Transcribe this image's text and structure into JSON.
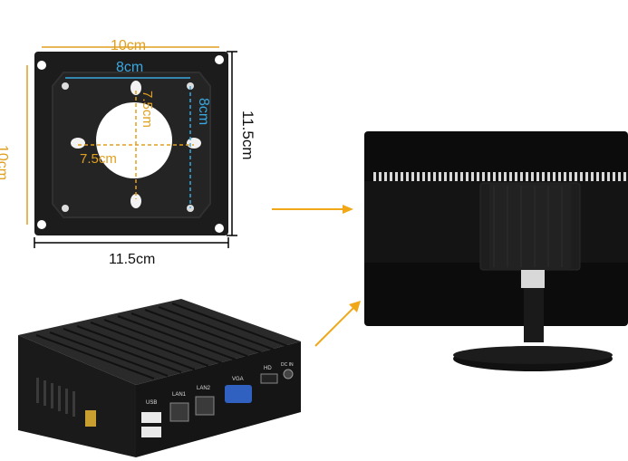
{
  "vesa_plate": {
    "outer_width": "10cm",
    "outer_height": "10cm",
    "hole_spacing_h": "8cm",
    "hole_spacing_v": "8cm",
    "inner_spacing_h": "7.5cm",
    "inner_spacing_v": "7.5cm",
    "overall_width": "11.5cm",
    "overall_height": "11.5cm"
  },
  "mini_pc": {
    "ports": {
      "usb": "USB",
      "lan1": "LAN1",
      "lan2": "LAN2",
      "vga": "VGA",
      "hd": "HD",
      "dc": "DC IN"
    }
  },
  "colors": {
    "orange_dim": "#e0a020",
    "blue_dim": "#3aa8e0",
    "arrow": "#f0a818",
    "device_black": "#1a1a1a"
  }
}
